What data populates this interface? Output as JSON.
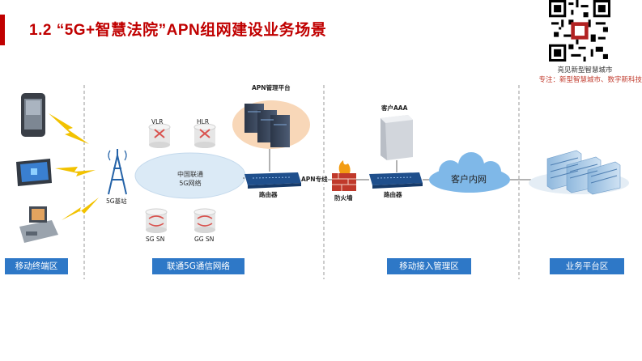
{
  "header": {
    "title": "1.2 “5G+智慧法院”APN组网建设业务场景"
  },
  "qr": {
    "caption_line1": "亮见新型智慧城市",
    "caption_line2": "专注：新型智慧城市、数字新科技"
  },
  "nodes": {
    "apn_platform": "APN管理平台",
    "vlr": "VLR",
    "hlr": "HLR",
    "unicom_cloud_line1": "中国联通",
    "unicom_cloud_line2": "5G网络",
    "base_station": "5G基站",
    "router_left": "路由器",
    "apn_line": "APN专线",
    "firewall": "防火墙",
    "customer_aaa": "客户AAA",
    "router_right": "路由器",
    "intranet": "客户内网",
    "sgsn": "SG SN",
    "ggsn": "GG SN"
  },
  "zones": [
    "移动终端区",
    "联通5G通信网络",
    "移动接入管理区",
    "业务平台区"
  ],
  "colors": {
    "accent": "#c00000",
    "zone": "#2e78c7",
    "cloud": "#dbeaf6"
  }
}
